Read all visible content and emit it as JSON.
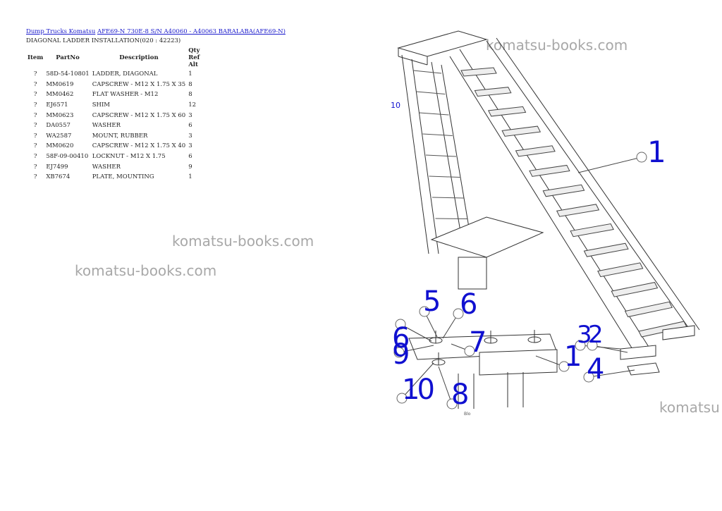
{
  "breadcrumb": {
    "link1": "Dump Trucks Komatsu",
    "link2": "AFE69-N 730E-8 S/N A40060 - A40063 BARALABA(AFE69-N)"
  },
  "subtitle": "DIAGONAL LADDER INSTALLATION(020 : 42223)",
  "table": {
    "headers": {
      "item": "Item",
      "partno": "PartNo",
      "description": "Description",
      "qty": "Qty Ref Alt"
    },
    "rows": [
      {
        "item": "?",
        "partno": "58D-54-10801",
        "description": "LADDER, DIAGONAL",
        "qty": "1"
      },
      {
        "item": "?",
        "partno": "MM0619",
        "description": "CAPSCREW - M12 X 1.75 X 35",
        "qty": "8"
      },
      {
        "item": "?",
        "partno": "MM0462",
        "description": "FLAT WASHER - M12",
        "qty": "8"
      },
      {
        "item": "?",
        "partno": "EJ6571",
        "description": "SHIM",
        "qty": "12"
      },
      {
        "item": "?",
        "partno": "MM0623",
        "description": "CAPSCREW - M12 X 1.75 X 60",
        "qty": "3"
      },
      {
        "item": "?",
        "partno": "DA0557",
        "description": "WASHER",
        "qty": "6"
      },
      {
        "item": "?",
        "partno": "WA2587",
        "description": "MOUNT, RUBBER",
        "qty": "3"
      },
      {
        "item": "?",
        "partno": "MM0620",
        "description": "CAPSCREW - M12 X 1.75 X 40",
        "qty": "3"
      },
      {
        "item": "?",
        "partno": "58F-09-00410",
        "description": "LOCKNUT - M12 X 1.75",
        "qty": "6"
      },
      {
        "item": "?",
        "partno": "EJ7499",
        "description": "WASHER",
        "qty": "9"
      },
      {
        "item": "?",
        "partno": "XB7674",
        "description": "PLATE, MOUNTING",
        "qty": "1"
      }
    ]
  },
  "watermark": {
    "text": "komatsu-books.com",
    "partial": "komatsu"
  },
  "diagram": {
    "callouts": [
      "1",
      "5",
      "6",
      "6",
      "9",
      "7",
      "3",
      "2",
      "1",
      "4",
      "10",
      "8"
    ],
    "small_label": "10",
    "tag": "Blo",
    "callout_color": "#1010d0"
  }
}
